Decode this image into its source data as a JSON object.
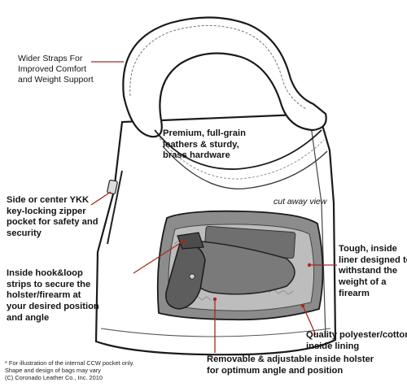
{
  "callouts": {
    "straps": [
      "Wider Straps For",
      "Improved Comfort",
      "and Weight Support"
    ],
    "leather": [
      "Premium, full-grain",
      "leathers & sturdy,",
      "brass hardware"
    ],
    "zipper": [
      "Side or center YKK",
      "key-locking zipper",
      "pocket for safety and",
      "security"
    ],
    "cutaway": "cut away view",
    "liner": [
      "Tough, inside",
      "liner designed to",
      "withstand the",
      "weight of a",
      "firearm"
    ],
    "hookloop": [
      "Inside hook&loop",
      "strips to secure the",
      "holster/firearm at",
      "your desired position",
      "and angle"
    ],
    "lining": [
      "Quality polyester/cotton",
      "inside lining"
    ],
    "holster": [
      "Removable & adjustable inside holster",
      "for optimum angle and position"
    ]
  },
  "footnote": [
    "* For illustration of the internal CCW pocket only.",
    "Shape and design of bags may vary",
    "(C) Coronado Leather Co., Inc. 2010"
  ],
  "colors": {
    "leader": "#a52a20",
    "outline": "#1a1a1a",
    "interior": "#8c8c8c",
    "holster": "#6b6b6b"
  }
}
